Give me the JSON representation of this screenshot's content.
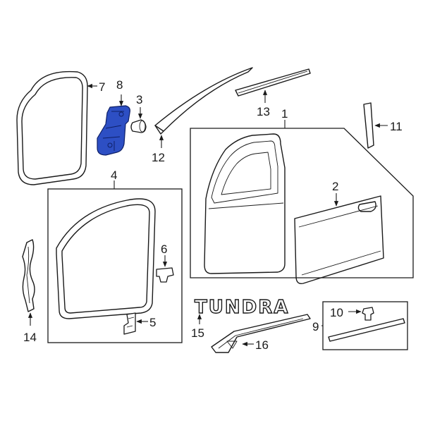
{
  "callouts": {
    "c1": "1",
    "c2": "2",
    "c3": "3",
    "c4": "4",
    "c5": "5",
    "c6": "6",
    "c7": "7",
    "c8": "8",
    "c9": "9",
    "c10": "10",
    "c11": "11",
    "c12": "12",
    "c13": "13",
    "c14": "14",
    "c15": "15",
    "c16": "16"
  },
  "emblem_text": "TUNDRA",
  "colors": {
    "highlight": "#2d4fc4",
    "line": "#1a1a1a"
  }
}
